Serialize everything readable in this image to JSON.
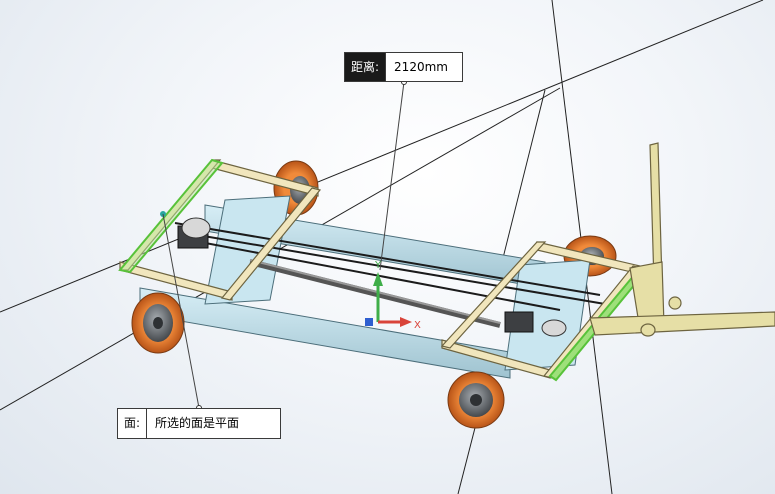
{
  "distance_callout": {
    "label": "距离:",
    "value": "2120mm"
  },
  "face_callout": {
    "label": "面:",
    "value": "所选的面是平面"
  },
  "triad": {
    "x_label": "X",
    "y_label": "Y",
    "x_color": "#d9443a",
    "y_color": "#3fae49",
    "z_color": "#2f5fd0"
  },
  "colors": {
    "frame": "#f1e6bd",
    "beam": "#bcdde9",
    "wheel_tire": "#e0742a",
    "wheel_hub": "#6b6f73",
    "selection": "#58c23a"
  }
}
